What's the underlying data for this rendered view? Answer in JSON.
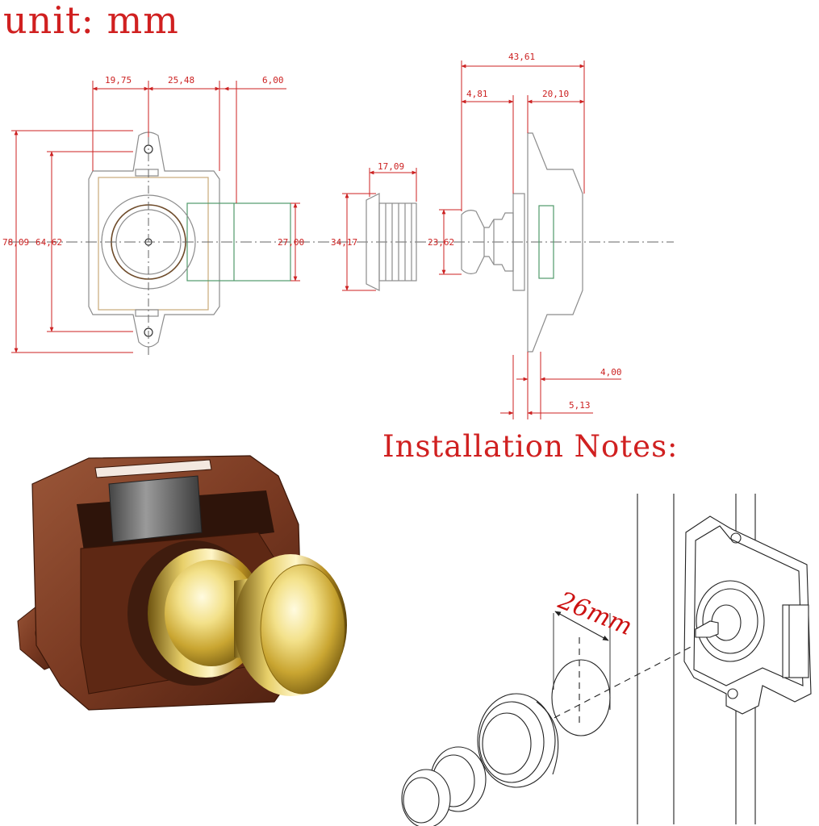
{
  "header": {
    "unit_label": "unit: mm"
  },
  "installation": {
    "title": "Installation Notes:",
    "hole_size": "26mm"
  },
  "drawing": {
    "dimensions": {
      "d_19_75": "19,75",
      "d_25_48": "25,48",
      "d_6_00": "6,00",
      "d_78_09": "78,09",
      "d_64_62": "64,62",
      "d_27_00": "27,00",
      "d_17_09": "17,09",
      "d_34_17": "34,17",
      "d_23_62": "23,62",
      "d_43_61": "43,61",
      "d_4_81": "4,81",
      "d_20_10": "20,10",
      "d_4_00": "4,00",
      "d_5_13": "5,13"
    }
  },
  "colors": {
    "accent_red": "#d02020",
    "dimension_red": "#cc2222",
    "outline_gray": "#8c8c8c",
    "latch_body_brown": "#7a3a22",
    "button_brass": "#e9d267"
  }
}
